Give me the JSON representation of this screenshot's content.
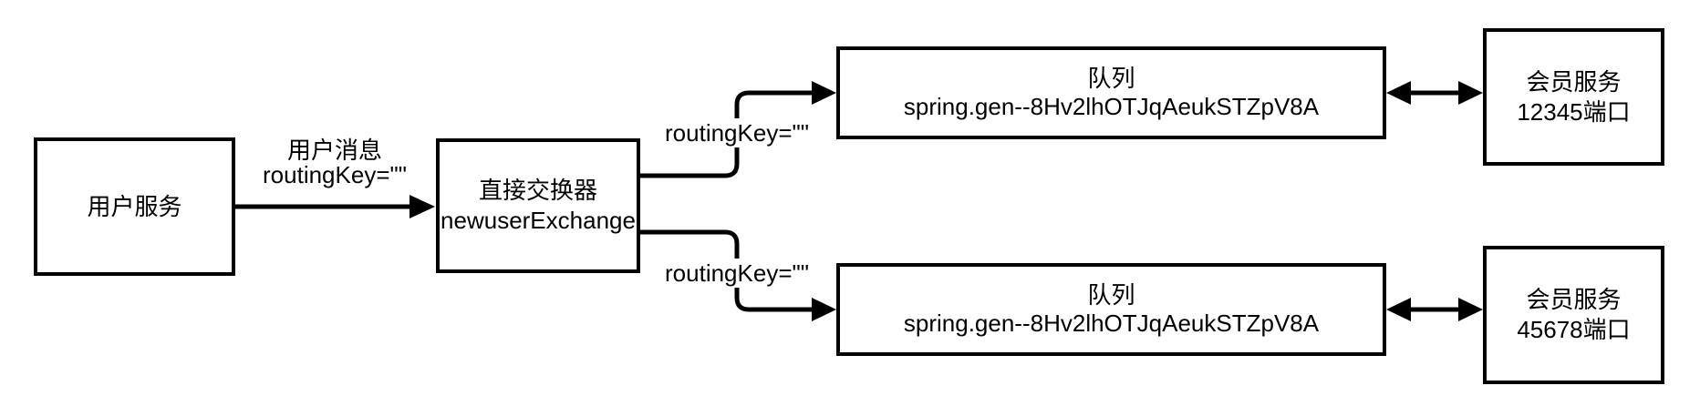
{
  "diagram": {
    "colors": {
      "stroke": "#000000",
      "background": "#ffffff",
      "text": "#000000",
      "node_fill": "#ffffff"
    },
    "nodes": {
      "user_service": {
        "label": "用户服务"
      },
      "exchange": {
        "type_label": "直接交换器",
        "name": "newuserExchange"
      },
      "queue_top": {
        "type_label": "队列",
        "name": "spring.gen--8Hv2lhOTJqAeukSTZpV8A"
      },
      "queue_bottom": {
        "type_label": "队列",
        "name": "spring.gen--8Hv2lhOTJqAeukSTZpV8A"
      },
      "member_service_top": {
        "label": "会员服务",
        "port_label": "12345端口"
      },
      "member_service_bottom": {
        "label": "会员服务",
        "port_label": "45678端口"
      }
    },
    "edges": {
      "user_to_exchange": {
        "label_line1": "用户消息",
        "label_line2": "routingKey=\"\""
      },
      "exchange_to_queue_top": {
        "label": "routingKey=\"\""
      },
      "exchange_to_queue_bottom": {
        "label": "routingKey=\"\""
      }
    }
  }
}
